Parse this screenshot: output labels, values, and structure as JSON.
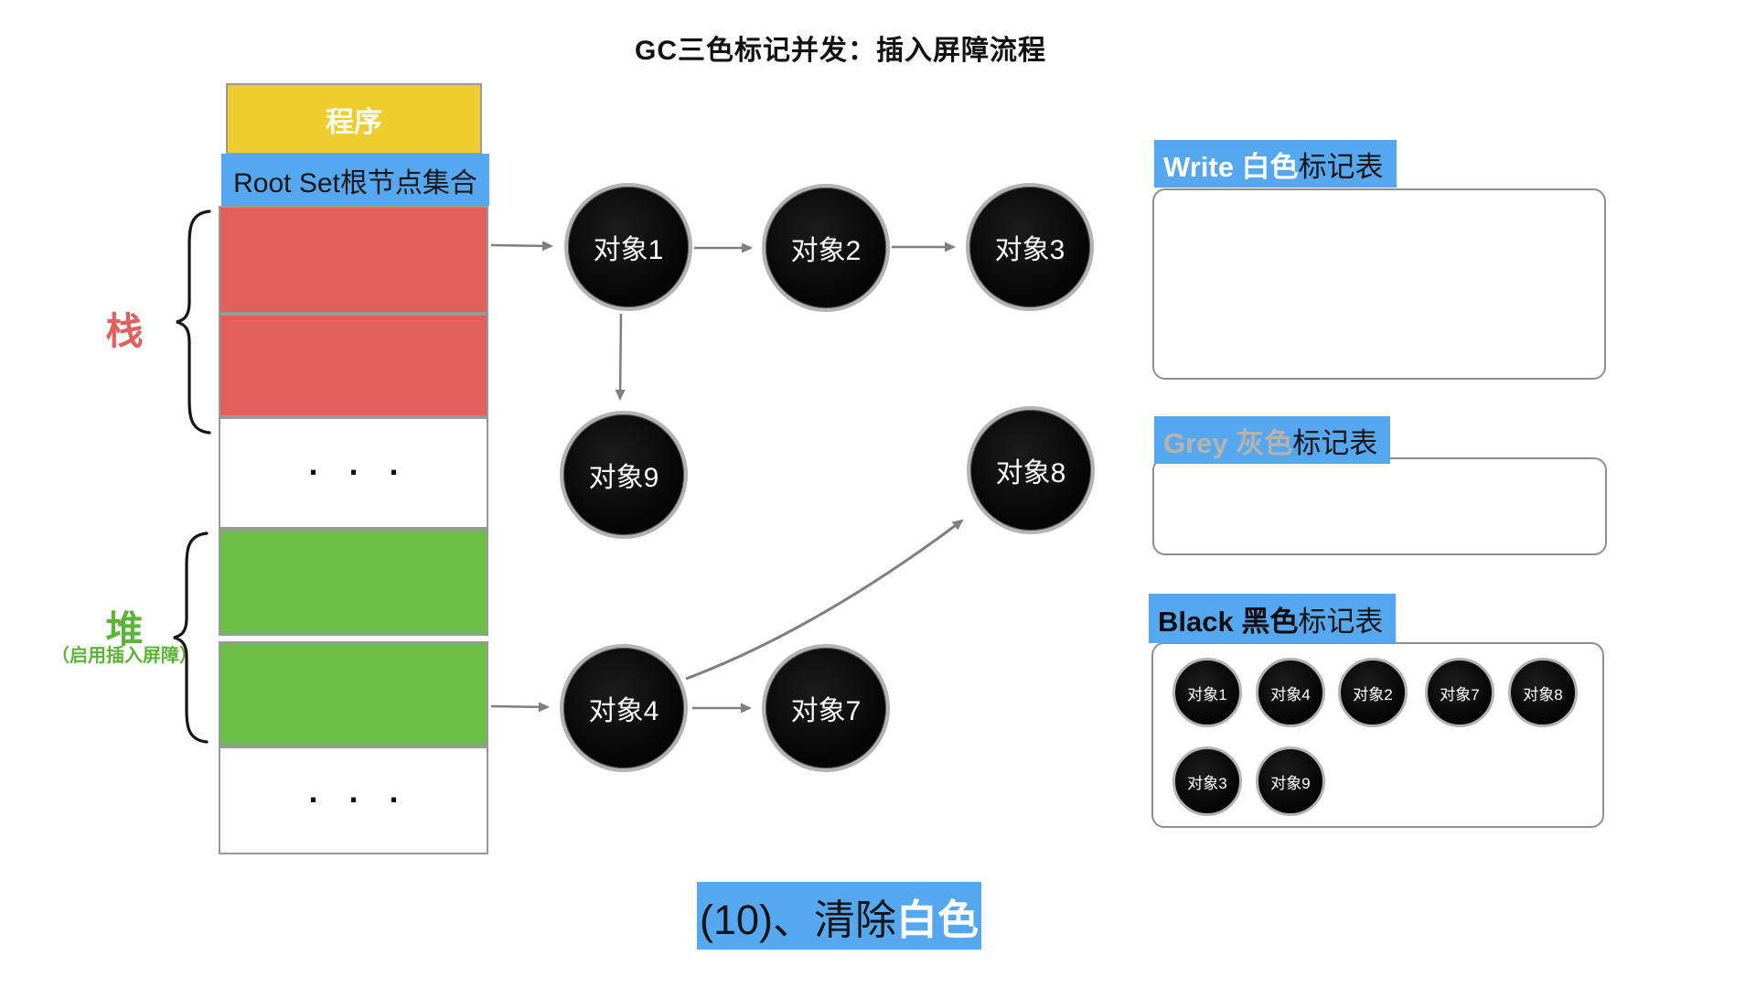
{
  "title": "GC三色标记并发：插入屏障流程",
  "memory": {
    "program_label": "程序",
    "root_set_label": "Root Set根节点集合",
    "stack_label": "栈",
    "heap_label": "堆",
    "heap_sublabel": "（启用插入屏障）",
    "ellipsis": ". . ."
  },
  "graph": {
    "nodes": [
      {
        "label": "对象1"
      },
      {
        "label": "对象2"
      },
      {
        "label": "对象3"
      },
      {
        "label": "对象9"
      },
      {
        "label": "对象8"
      },
      {
        "label": "对象4"
      },
      {
        "label": "对象7"
      }
    ]
  },
  "tables": {
    "white": {
      "title_accent": "Write 白色",
      "title_rest": "标记表",
      "items": []
    },
    "grey": {
      "title_accent": "Grey 灰色",
      "title_rest": "标记表",
      "items": []
    },
    "black": {
      "title_accent": "Black 黑色",
      "title_rest": "标记表",
      "items": [
        "对象1",
        "对象4",
        "对象2",
        "对象7",
        "对象8",
        "对象3",
        "对象9"
      ]
    }
  },
  "caption": {
    "prefix": "(10)、清除",
    "highlight": "白色"
  },
  "colors": {
    "accent_blue": "#55a8f0",
    "stack_red": "#e2605c",
    "heap_green": "#6cbf45",
    "program_yellow": "#f0cd2e",
    "arrow_grey": "#7f7f7f",
    "node_black": "#060606"
  }
}
